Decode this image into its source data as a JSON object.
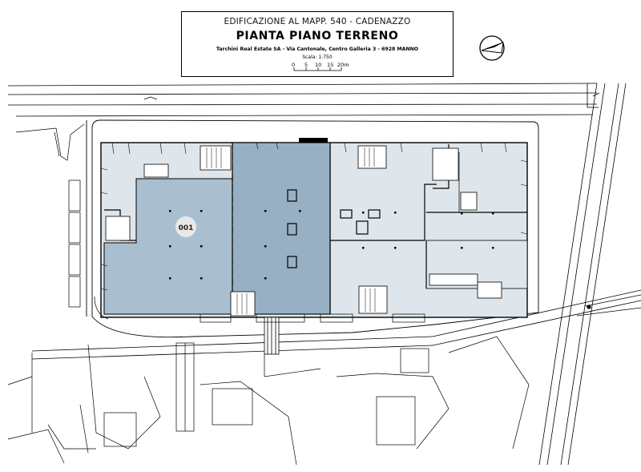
{
  "title_block": {
    "line1": "EDIFICAZIONE AL MAPP. 540 - CADENAZZO",
    "title": "PIANTA PIANO TERRENO",
    "address": "Tarchini Real Estate SA - Via Cantonale, Centro Galleria 3 - 6928 MANNO",
    "scale": "Scala: 1:750",
    "scale_ticks": [
      "0",
      "5",
      "10",
      "15",
      "20m"
    ]
  },
  "unit_label": "001",
  "colors": {
    "unit_blue": "#a9bfcf",
    "unit_blue_dark": "#97b0c4",
    "light_area": "#dfe6eb",
    "line": "#000000"
  },
  "icons": [
    "north-arrow-icon"
  ]
}
